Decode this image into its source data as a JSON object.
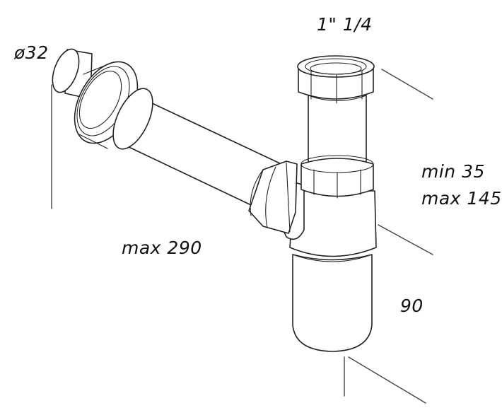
{
  "labels": {
    "diameter": "ø32",
    "thread": "1\" 1/4",
    "height_min": "min 35",
    "height_max": "max 145",
    "length": "max 290",
    "depth": "90"
  }
}
